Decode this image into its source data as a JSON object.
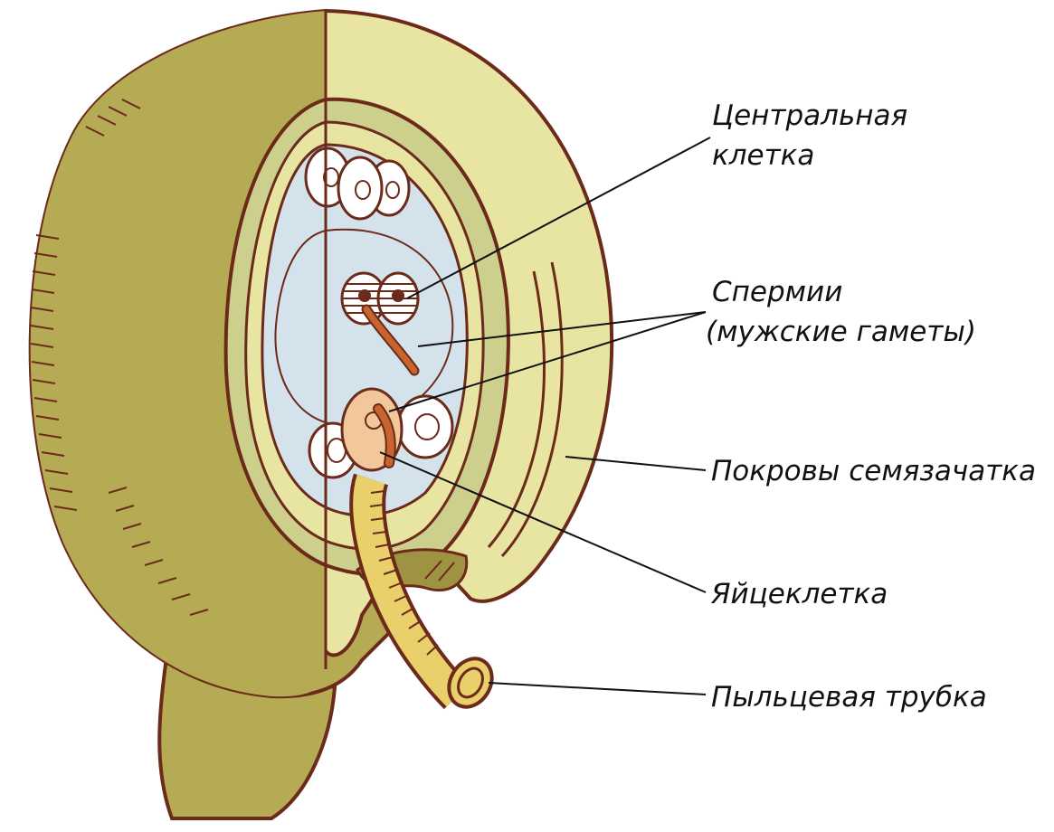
{
  "labels": {
    "central_cell": {
      "line1": "Центральная",
      "line2": "клетка"
    },
    "sperm": {
      "line1": "Спермии",
      "line2": "(мужские гаметы)"
    },
    "integuments": "Покровы семязачатка",
    "egg_cell": "Яйцеклетка",
    "pollen_tube": "Пыльцевая трубка"
  },
  "colors": {
    "outline": "#6b2a1a",
    "outer_olive": "#b5ab54",
    "shadow_olive": "#9d9342",
    "integument_light": "#e8e5a2",
    "inner_green": "#cdd08d",
    "embryo_sac": "#d4e2ec",
    "pollen_tube": "#e9d06a",
    "sperm_tube": "#c8652e",
    "egg_fill": "#f1c79b",
    "cell_white": "#ffffff",
    "leader_line": "#111111"
  }
}
